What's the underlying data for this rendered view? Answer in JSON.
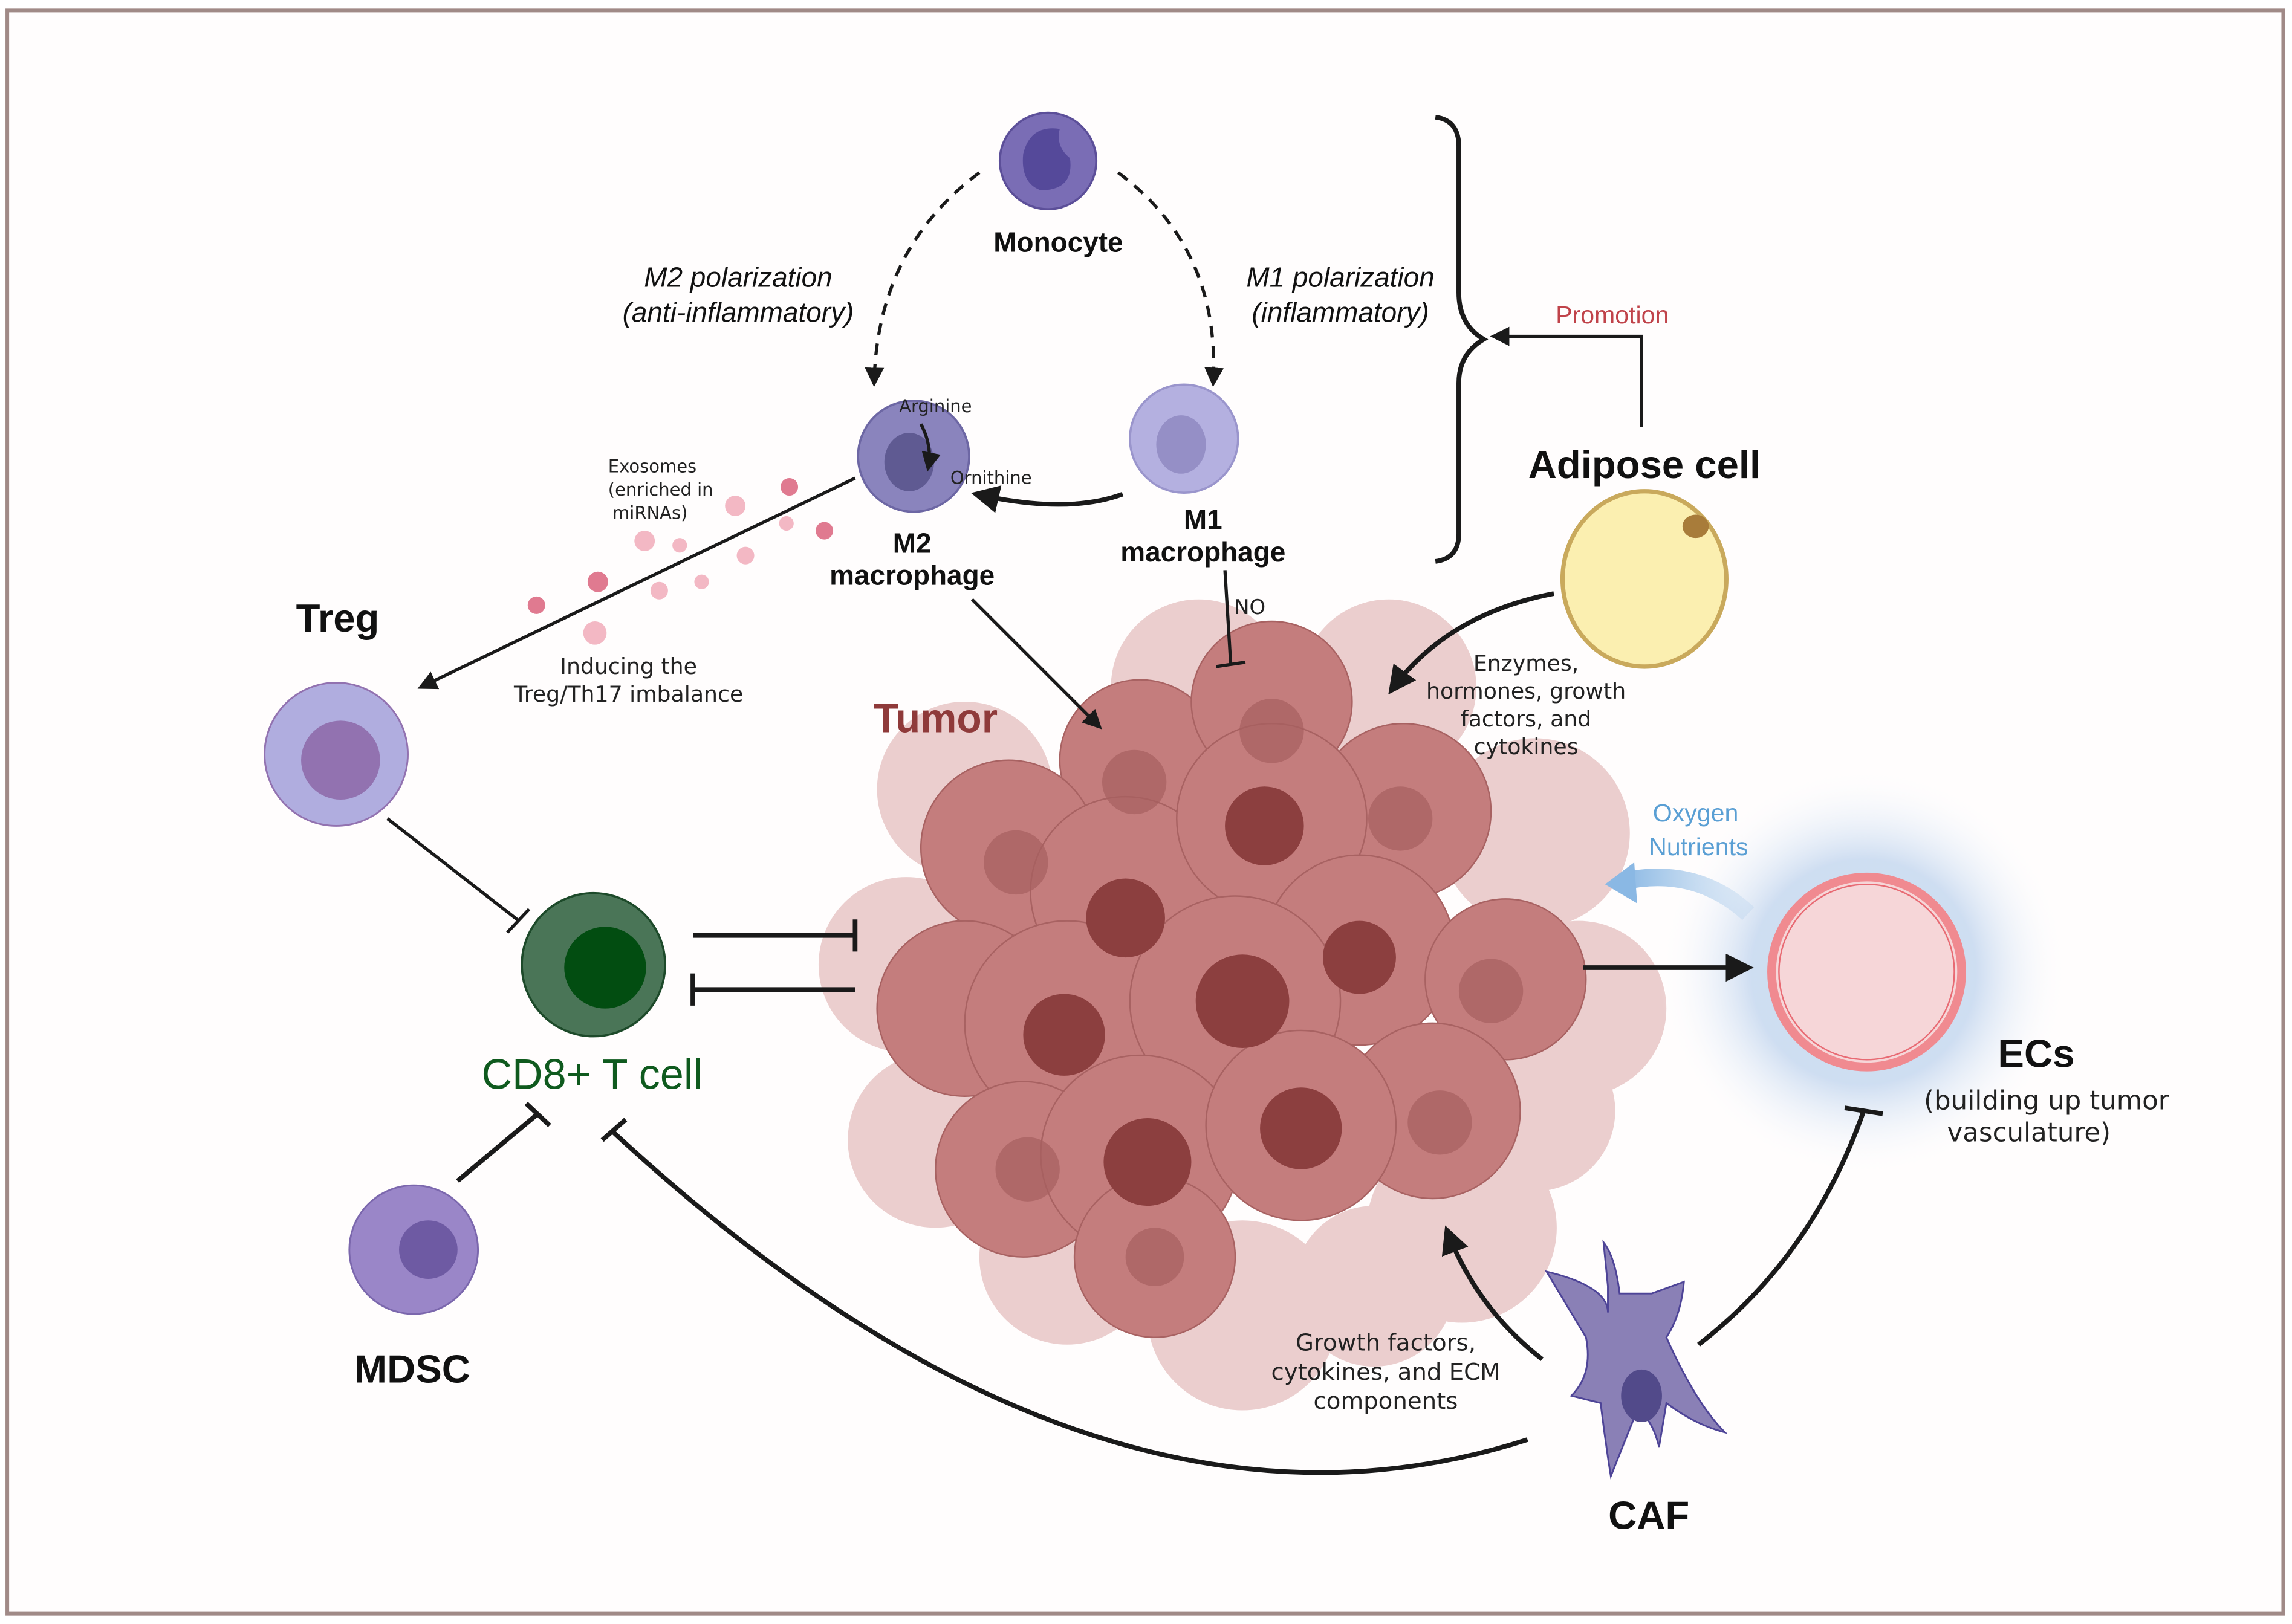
{
  "colors": {
    "frame": "#a08a87",
    "tumor_dark": "#b86e6e",
    "tumor_light": "#e7c4c4",
    "tumor_nucleus": "#8a3c3c",
    "monocyte": "#7a6db5",
    "m2": "#8a84bd",
    "m1": "#b4b0e0",
    "treg": "#b0addf",
    "treg_nucleus": "#9272b0",
    "cd8": "#4a7557",
    "cd8_nucleus": "#024d11",
    "mdsc": "#9a86c8",
    "caf": "#8a80b6",
    "adipose": "#fbefb0",
    "vessel": "#f08a90",
    "promotion_text": "#c0434a",
    "oxygen_text": "#5a9fd4",
    "tumor_text": "#8f3a3a",
    "cd8_text": "#0f5a1e"
  },
  "labels": {
    "monocyte": "Monocyte",
    "m2_polarization_line1": "M2 polarization",
    "m2_polarization_line2": "(anti-inflammatory)",
    "m1_polarization_line1": "M1 polarization",
    "m1_polarization_line2": "(inflammatory)",
    "arginine": "Arginine",
    "ornithine": "Ornithine",
    "m2_line1": "M2",
    "m2_line2": "macrophage",
    "m1_line1": "M1",
    "m1_line2": "macrophage",
    "exosomes_line1": "Exosomes",
    "exosomes_line2": "(enriched in",
    "exosomes_line3": "miRNAs)",
    "treg": "Treg",
    "inducing_line1": "Inducing the",
    "inducing_line2": "Treg/Th17 imbalance",
    "no": "NO",
    "promotion": "Promotion",
    "adipose": "Adipose cell",
    "enzymes_line1": "Enzymes,",
    "enzymes_line2": "hormones, growth",
    "enzymes_line3": "factors, and",
    "enzymes_line4": "cytokines",
    "tumor": "Tumor",
    "oxygen": "Oxygen",
    "nutrients": "Nutrients",
    "cd8": "CD8+ T cell",
    "ecs": "ECs",
    "ecs_line2": "(building up tumor",
    "ecs_line3": "vasculature)",
    "mdsc": "MDSC",
    "growth_line1": "Growth factors,",
    "growth_line2": "cytokines, and ECM",
    "growth_line3": "components",
    "caf": "CAF"
  }
}
